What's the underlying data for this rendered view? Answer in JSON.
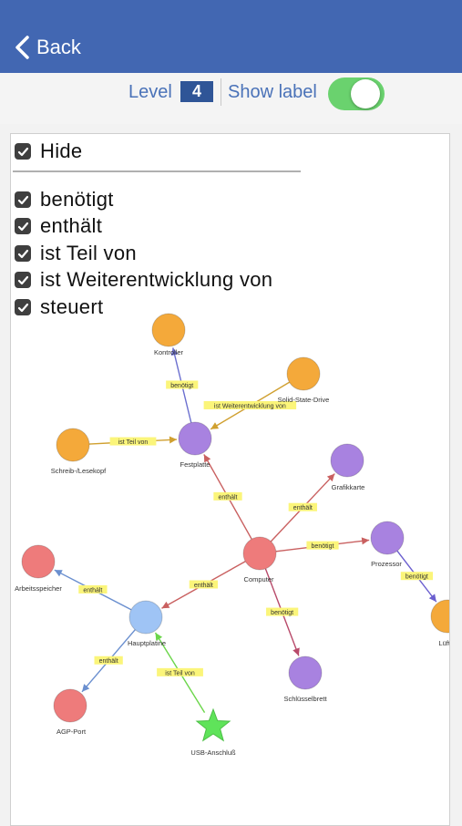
{
  "nav": {
    "back_label": "Back"
  },
  "toolbar": {
    "level_label": "Level",
    "level_value": "4",
    "show_label_text": "Show label",
    "show_label_on": true
  },
  "filters": {
    "hide_label": "Hide",
    "relations": [
      "benötigt",
      "enthält",
      "ist Teil von",
      "ist Weiterentwicklung von",
      "steuert"
    ]
  },
  "colors": {
    "nav": "#4267b2",
    "toggle_on": "#6ad26e",
    "orange": "#f4a93a",
    "purple": "#a882e0",
    "red": "#ee7b7b",
    "blue": "#9fc4f5",
    "green": "#5fe35a"
  },
  "graph": {
    "nodes": [
      {
        "id": "kontroller",
        "label": "Kontroller",
        "color": "orange"
      },
      {
        "id": "ssd",
        "label": "Solid-State-Drive",
        "color": "orange"
      },
      {
        "id": "schreib",
        "label": "Schreib-/Lesekopf",
        "color": "orange"
      },
      {
        "id": "festplatte",
        "label": "Festplatte",
        "color": "purple"
      },
      {
        "id": "grafikkarte",
        "label": "Grafikkarte",
        "color": "purple"
      },
      {
        "id": "computer",
        "label": "Computer",
        "color": "red"
      },
      {
        "id": "prozessor",
        "label": "Prozessor",
        "color": "purple"
      },
      {
        "id": "luefter",
        "label": "Lüfter",
        "color": "orange"
      },
      {
        "id": "arbeitsspeicher",
        "label": "Arbeitsspeicher",
        "color": "red"
      },
      {
        "id": "hauptplatine",
        "label": "Hauptplatine",
        "color": "blue"
      },
      {
        "id": "schluesselbrett",
        "label": "Schlüsselbrett",
        "color": "purple"
      },
      {
        "id": "agp",
        "label": "AGP-Port",
        "color": "red"
      },
      {
        "id": "usb",
        "label": "USB-Anschluß",
        "color": "green",
        "shape": "star"
      }
    ],
    "edges": [
      {
        "from": "festplatte",
        "to": "kontroller",
        "label": "benötigt"
      },
      {
        "from": "ssd",
        "to": "festplatte",
        "label": "ist Weiterentwicklung von"
      },
      {
        "from": "schreib",
        "to": "festplatte",
        "label": "ist Teil von"
      },
      {
        "from": "computer",
        "to": "festplatte",
        "label": "enthält"
      },
      {
        "from": "computer",
        "to": "grafikkarte",
        "label": "enthält"
      },
      {
        "from": "computer",
        "to": "prozessor",
        "label": "benötigt"
      },
      {
        "from": "prozessor",
        "to": "luefter",
        "label": "benötigt"
      },
      {
        "from": "computer",
        "to": "hauptplatine",
        "label": "enthält"
      },
      {
        "from": "computer",
        "to": "schluesselbrett",
        "label": "benötigt"
      },
      {
        "from": "hauptplatine",
        "to": "arbeitsspeicher",
        "label": "enthält"
      },
      {
        "from": "hauptplatine",
        "to": "agp",
        "label": "enthält"
      },
      {
        "from": "usb",
        "to": "hauptplatine",
        "label": "ist Teil von"
      }
    ]
  }
}
